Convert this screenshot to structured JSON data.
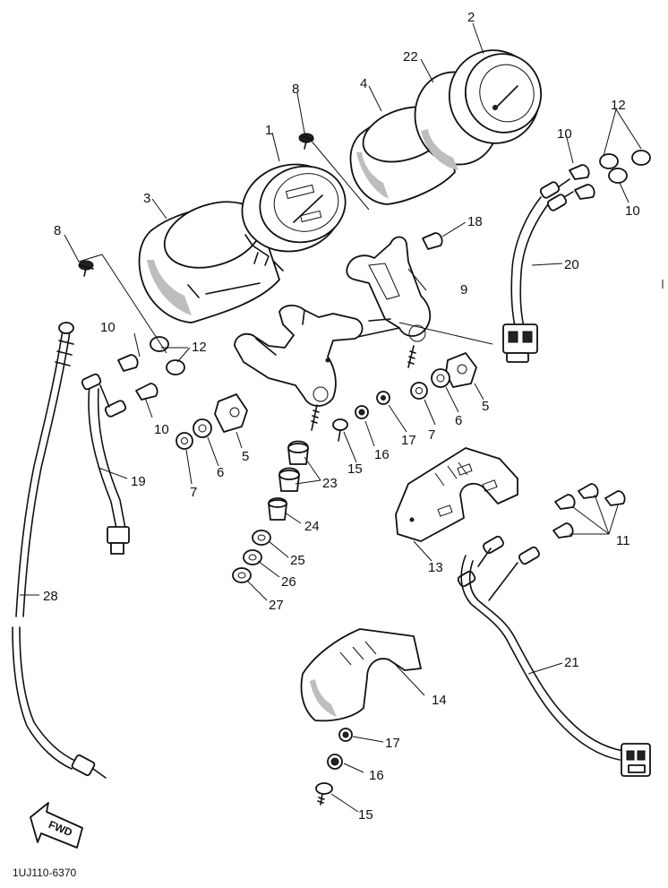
{
  "callouts": {
    "p1": "1",
    "p2": "2",
    "p3": "3",
    "p4": "4",
    "p5a": "5",
    "p5b": "5",
    "p6a": "6",
    "p6b": "6",
    "p7a": "7",
    "p7b": "7",
    "p8a": "8",
    "p8b": "8",
    "p9": "9",
    "p10a": "10",
    "p10b": "10",
    "p10c": "10",
    "p10d": "10",
    "p11": "11",
    "p12a": "12",
    "p12b": "12",
    "p13": "13",
    "p14": "14",
    "p15a": "15",
    "p15b": "15",
    "p16a": "16",
    "p16b": "16",
    "p17a": "17",
    "p17b": "17",
    "p18": "18",
    "p19": "19",
    "p20": "20",
    "p21": "21",
    "p22": "22",
    "p23": "23",
    "p24": "24",
    "p25": "25",
    "p26": "26",
    "p27": "27",
    "p28": "28"
  },
  "fwd_label": "FWD",
  "drawing_code": "1UJ110-6370"
}
